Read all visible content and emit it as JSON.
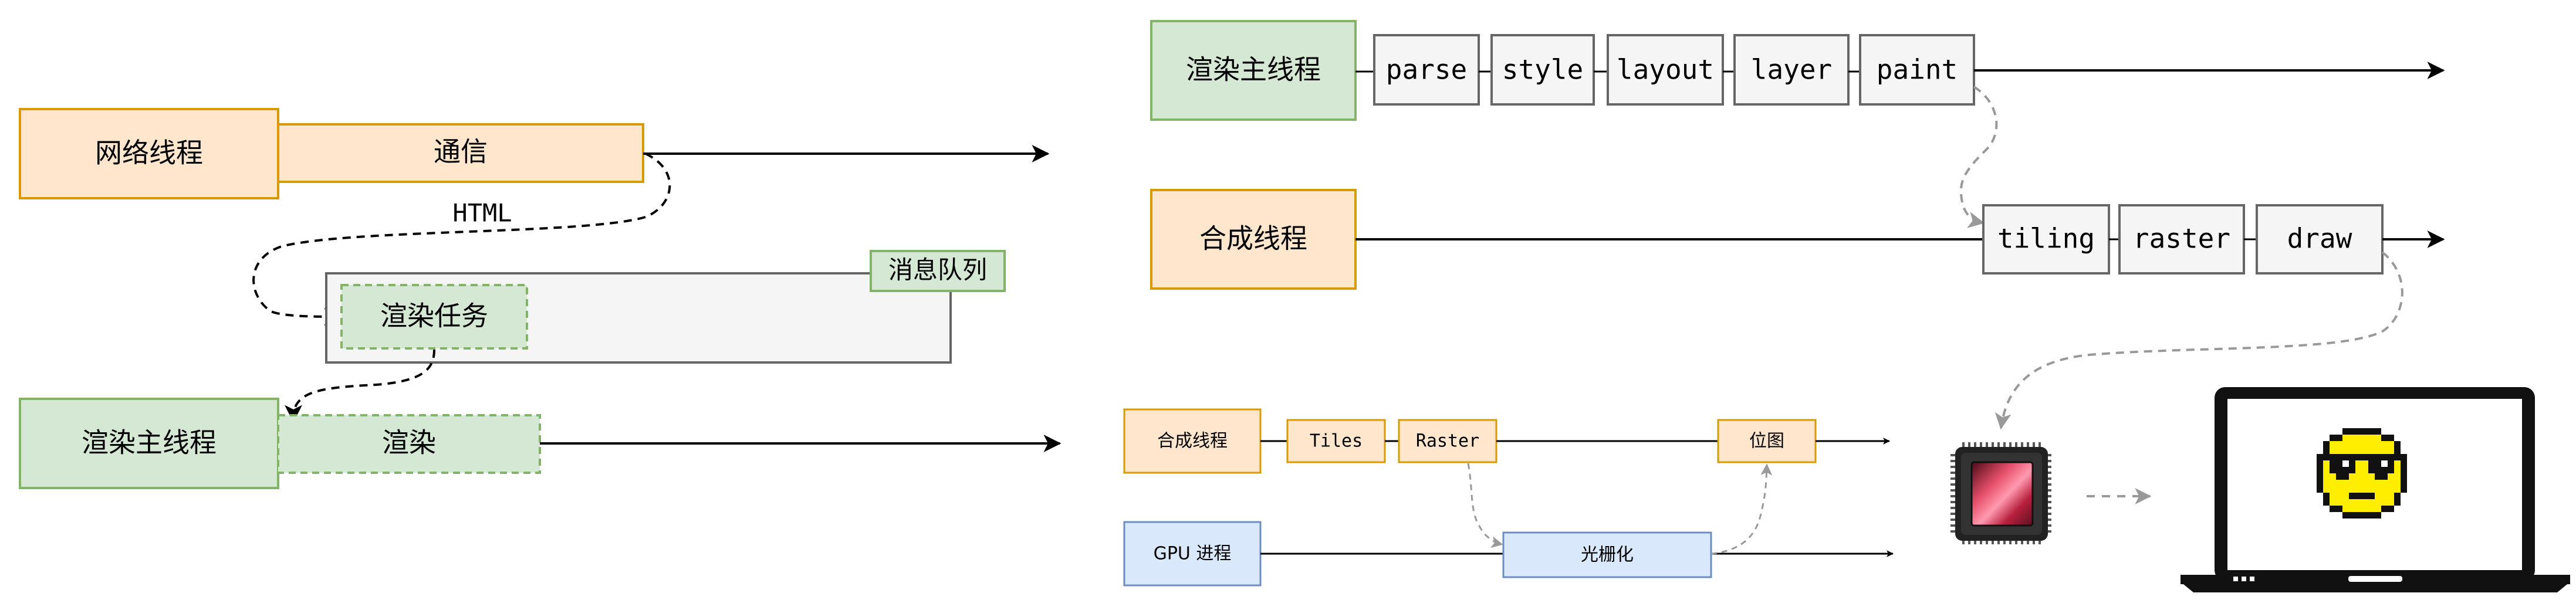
{
  "left": {
    "network_thread": "网络线程",
    "comm": "通信",
    "html_label": "HTML",
    "msg_queue": "消息队列",
    "render_task": "渲染任务",
    "render_main_thread": "渲染主线程",
    "render": "渲染"
  },
  "top_right": {
    "render_main_thread": "渲染主线程",
    "steps_main": [
      "parse",
      "style",
      "layout",
      "layer",
      "paint"
    ],
    "compositor_thread": "合成线程",
    "steps_compositor": [
      "tiling",
      "raster",
      "draw"
    ]
  },
  "bottom": {
    "compositor_thread": "合成线程",
    "tiles": "Tiles",
    "raster": "Raster",
    "bitmap": "位图",
    "gpu_process": "GPU 进程",
    "rasterize": "光栅化"
  },
  "colors": {
    "orange_fill": "#ffe6cc",
    "orange_stroke": "#d79b00",
    "green_fill": "#d5e8d4",
    "green_stroke": "#82b366",
    "gray_fill": "#f5f5f5",
    "gray_stroke": "#666666",
    "blue_fill": "#dae8fc",
    "blue_stroke": "#6c8ebf"
  },
  "icons": [
    "gpu-chip-icon",
    "laptop-icon",
    "sunglasses-smiley-icon"
  ]
}
